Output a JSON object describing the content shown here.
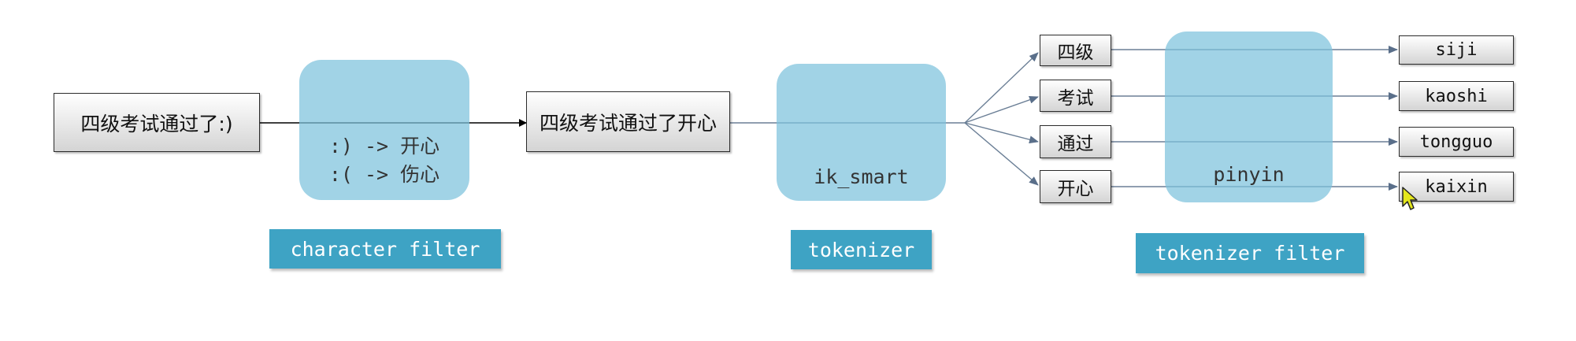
{
  "input_text": "四级考试通过了:)",
  "char_filter": {
    "rules": [
      ":) -> 开心",
      ":( -> 伤心"
    ],
    "label": "character filter"
  },
  "filtered_text": "四级考试通过了开心",
  "tokenizer": {
    "name": "ik_smart",
    "label": "tokenizer"
  },
  "tokens": [
    "四级",
    "考试",
    "通过",
    "开心"
  ],
  "token_filter": {
    "name": "pinyin",
    "label": "tokenizer filter"
  },
  "pinyin_tokens": [
    "siji",
    "kaoshi",
    "tongguo",
    "kaixin"
  ],
  "colors": {
    "stage_fill": "#7dc2dc",
    "label_fill": "#3ea3c4",
    "arrow_gray": "#6b7f96",
    "line_black": "#000000"
  }
}
